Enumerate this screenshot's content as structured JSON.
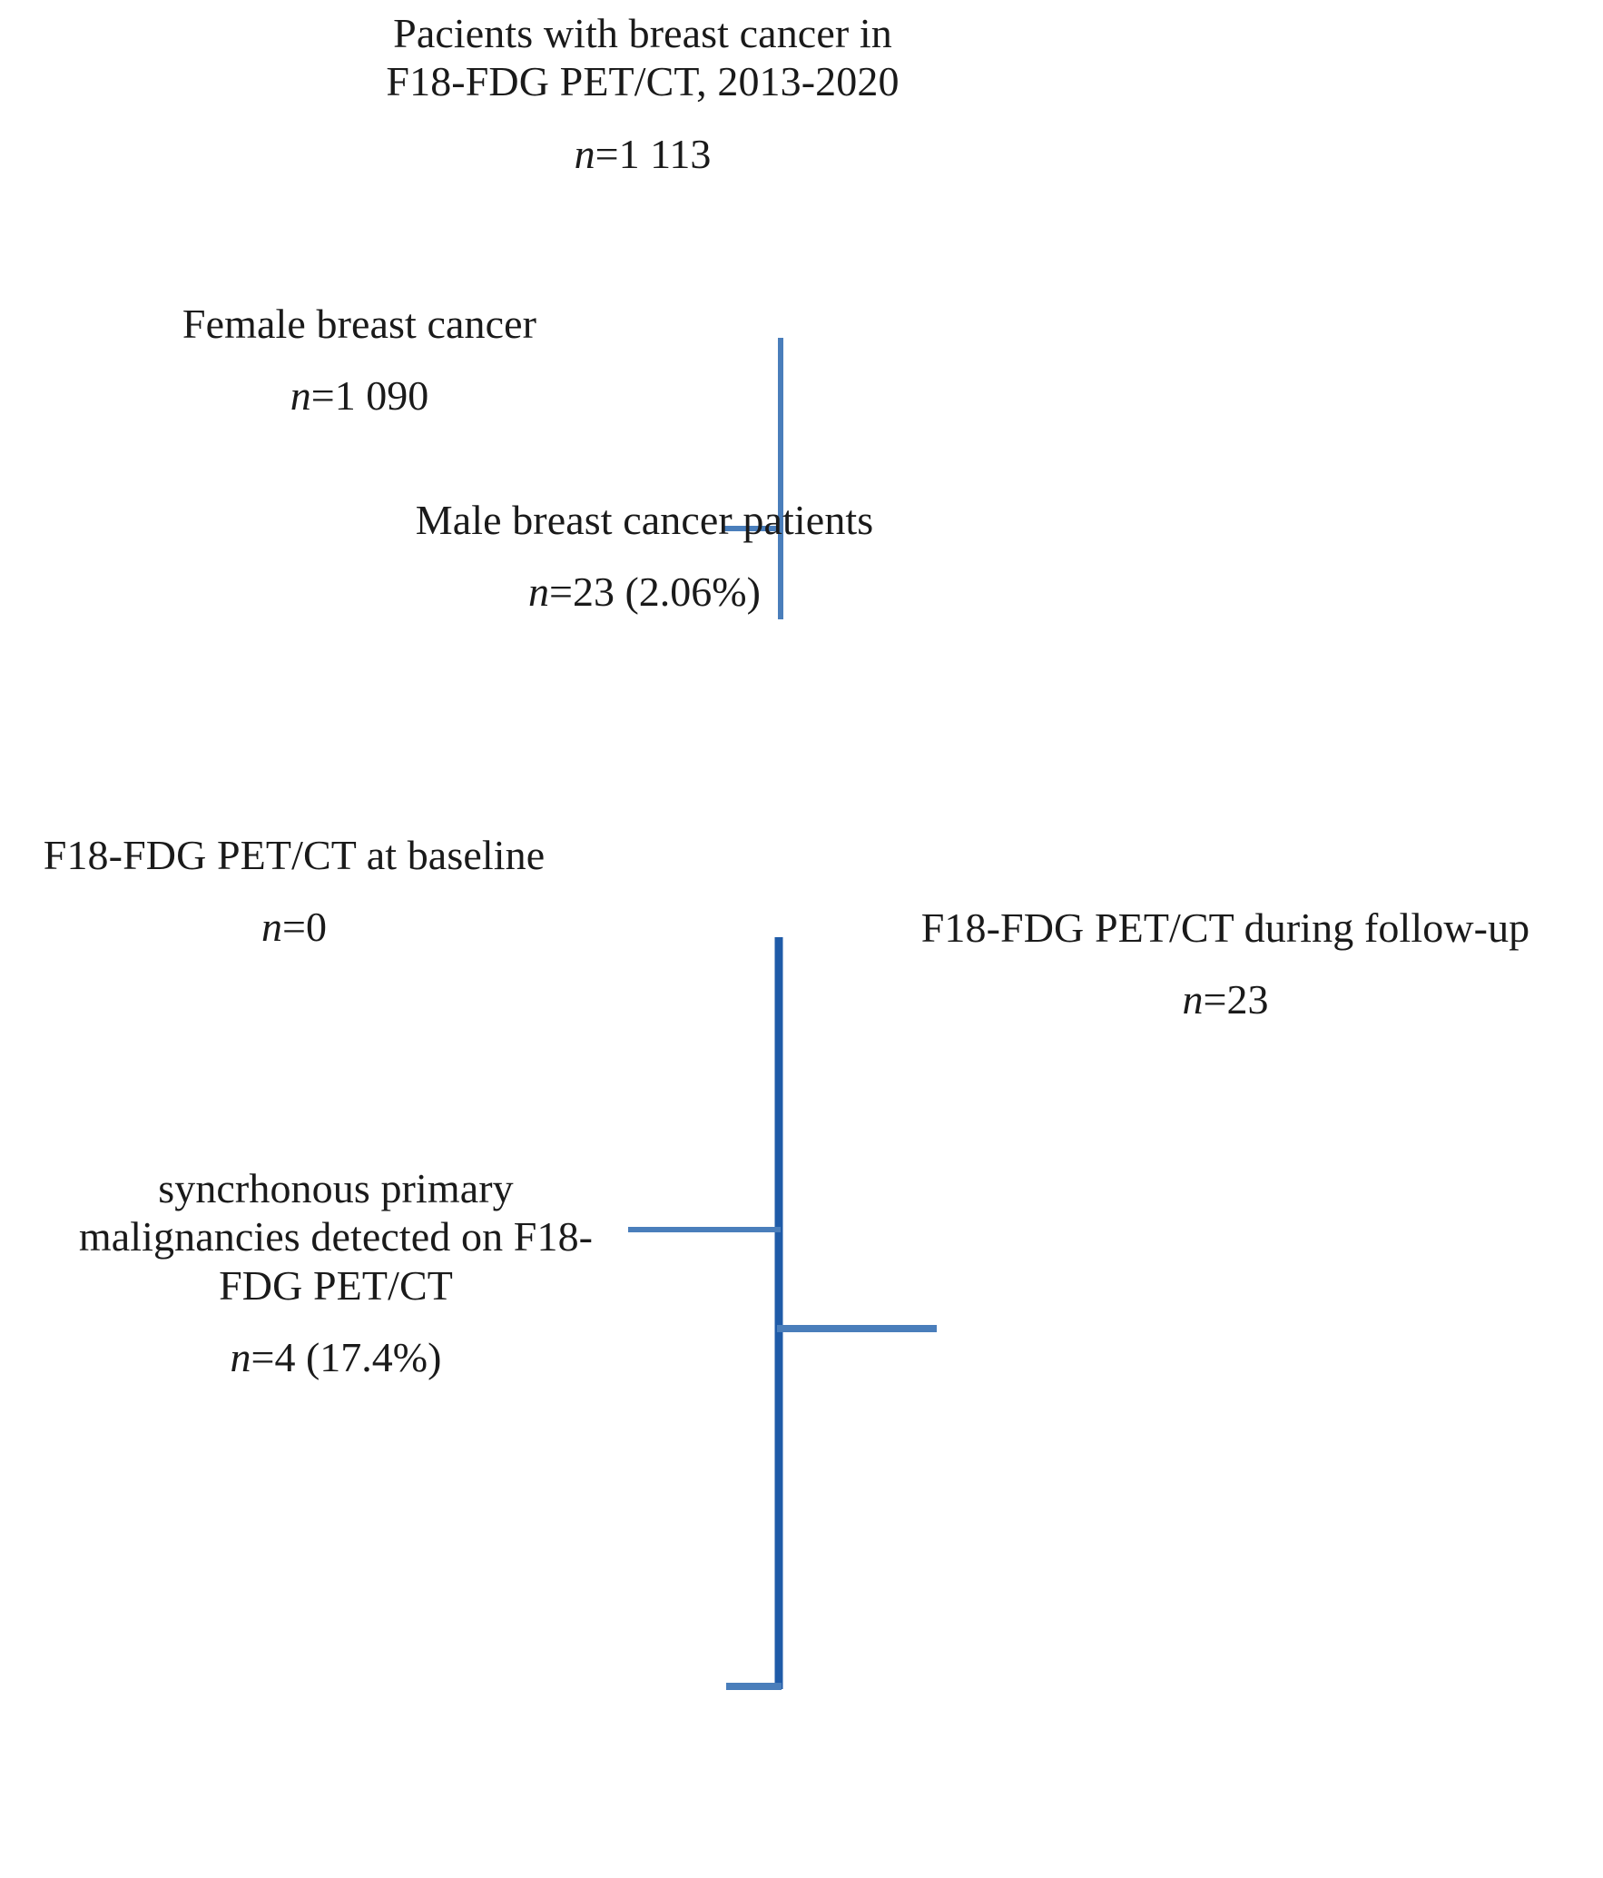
{
  "figure": {
    "type": "flowchart",
    "line_color": "#4a7ebb",
    "line_color_strong": "#1f5ba8",
    "text_color": "#1a1a1a"
  },
  "nodes": {
    "all_patients": {
      "title": "Pacients with breast cancer in F18-FDG PET/CT, 2013-2020",
      "n_label": "n",
      "count": "=1 113"
    },
    "female": {
      "title": "Female breast cancer",
      "n_label": "n",
      "count": "=1 090"
    },
    "male": {
      "title": "Male breast cancer patients",
      "n_label": "n",
      "count": "=23  (2.06%)"
    },
    "baseline": {
      "title": "F18-FDG PET/CT at baseline",
      "n_label": "n",
      "count": "=0"
    },
    "followup": {
      "title": "F18-FDG PET/CT during follow-up",
      "n_label": "n",
      "count": "=23"
    },
    "synchronous": {
      "title": "syncrhonous primary malignancies detected on F18-FDG PET/CT",
      "n_label": "n",
      "count": "=4  (17.4%)"
    }
  }
}
